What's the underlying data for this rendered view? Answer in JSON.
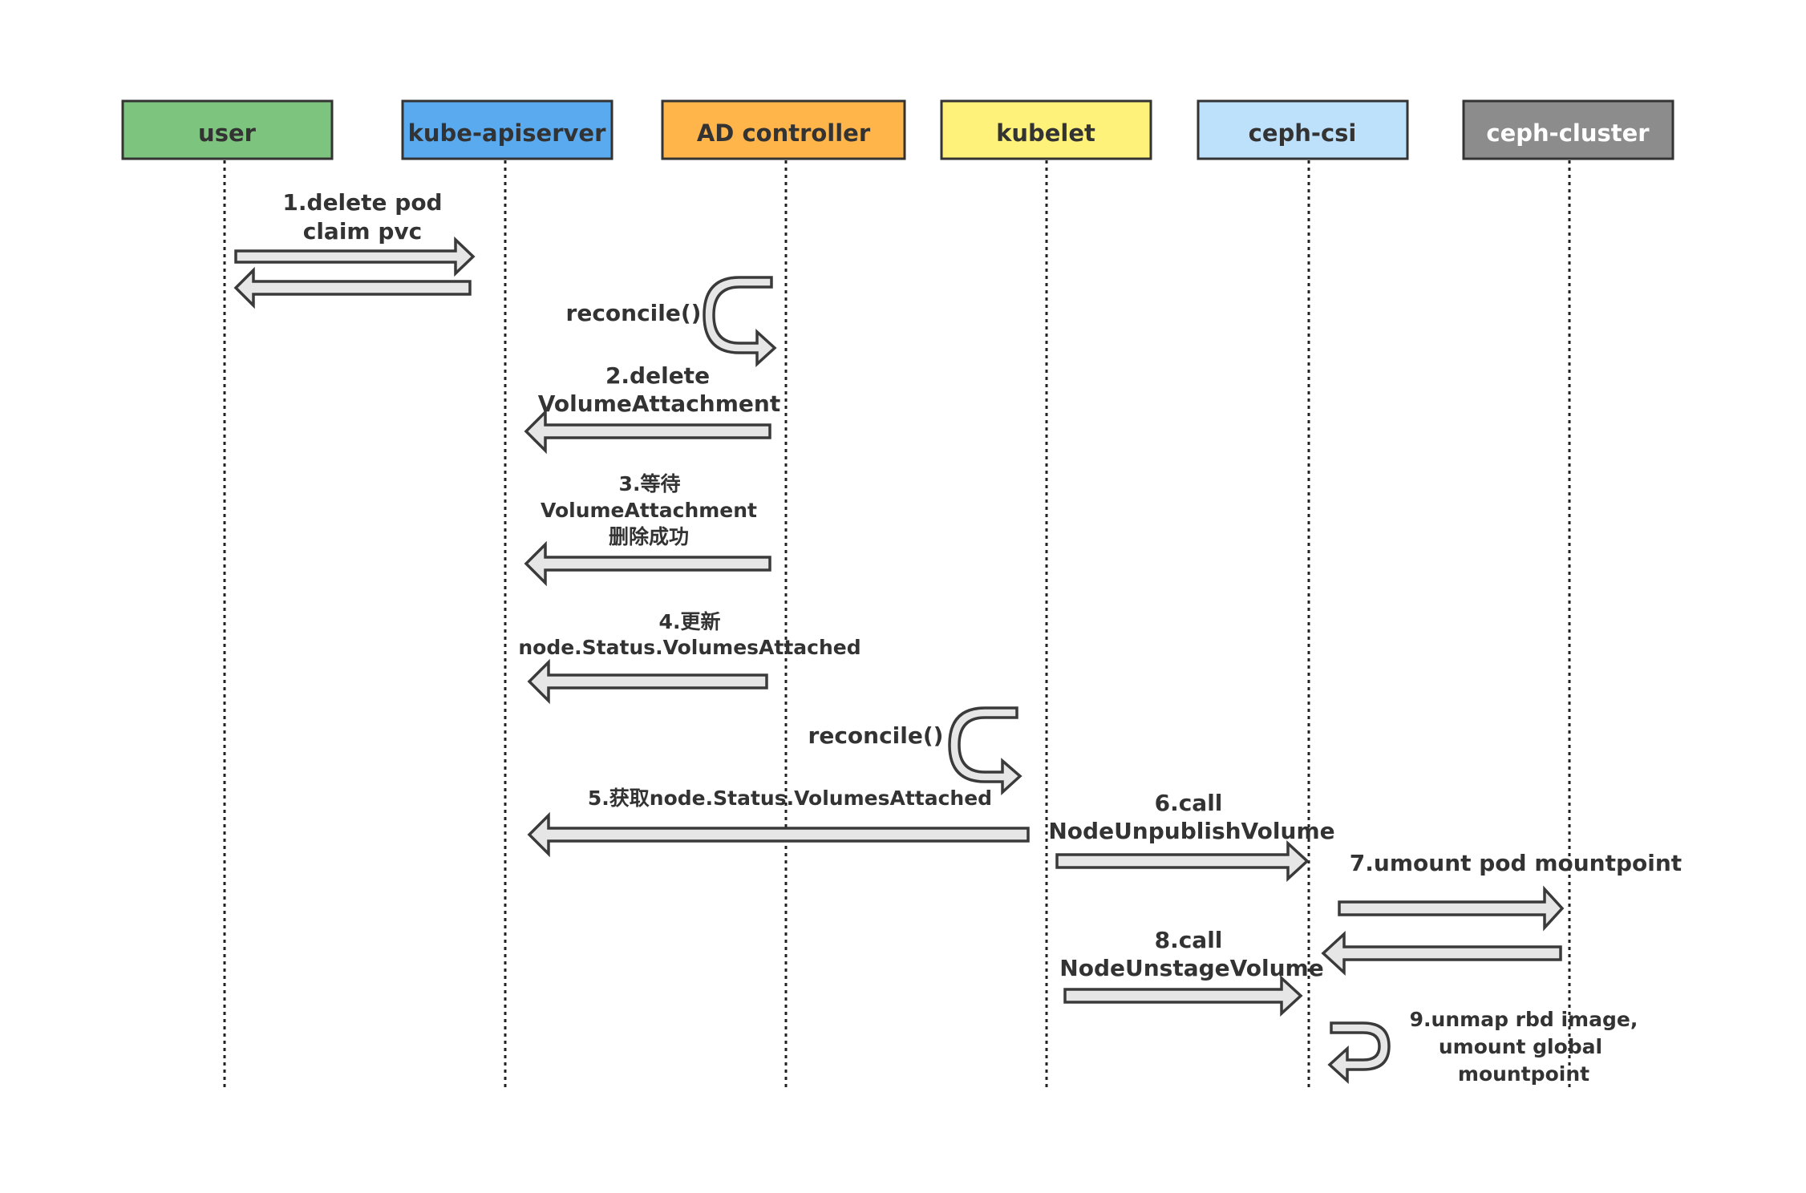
{
  "actors": [
    {
      "id": "user",
      "label": "user",
      "fill": "#7dc57e",
      "text_color": "#333333"
    },
    {
      "id": "kube-apiserver",
      "label": "kube-apiserver",
      "fill": "#5aaaf0",
      "text_color": "#333333"
    },
    {
      "id": "ad-controller",
      "label": "AD controller",
      "fill": "#ffb54a",
      "text_color": "#333333"
    },
    {
      "id": "kubelet",
      "label": "kubelet",
      "fill": "#fff27a",
      "text_color": "#333333"
    },
    {
      "id": "ceph-csi",
      "label": "ceph-csi",
      "fill": "#bde0fb",
      "text_color": "#333333"
    },
    {
      "id": "ceph-cluster",
      "label": "ceph-cluster",
      "fill": "#8c8c8c",
      "text_color": "#ffffff"
    }
  ],
  "messages": {
    "m1": {
      "lines": [
        "1.delete pod",
        "claim pvc"
      ]
    },
    "r1": {
      "lines": [
        "reconcile()"
      ]
    },
    "m2": {
      "lines": [
        "2.delete",
        "VolumeAttachment"
      ]
    },
    "m3": {
      "lines": [
        "3.等待",
        "VolumeAttachment",
        "删除成功"
      ]
    },
    "m4": {
      "lines": [
        "4.更新",
        "node.Status.VolumesAttached"
      ]
    },
    "r2": {
      "lines": [
        "reconcile()"
      ]
    },
    "m5": {
      "lines": [
        "5.获取node.Status.VolumesAttached"
      ]
    },
    "m6": {
      "lines": [
        "6.call",
        "NodeUnpublishVolume"
      ]
    },
    "m7": {
      "lines": [
        "7.umount pod mountpoint"
      ]
    },
    "m8": {
      "lines": [
        "8.call",
        "NodeUnstageVolume"
      ]
    },
    "m9": {
      "lines": [
        "9.unmap rbd image,",
        "umount  global",
        "mountpoint"
      ]
    }
  },
  "colors": {
    "arrow_fill": "#e6e6e6",
    "arrow_stroke": "#3a3a3a",
    "box_stroke": "#333333",
    "label_text": "#333333"
  }
}
